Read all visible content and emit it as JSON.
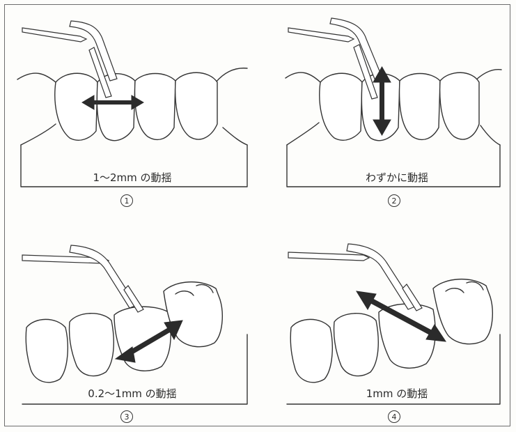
{
  "figure": {
    "panels": [
      {
        "caption": "1〜2mm の動揺",
        "number": "1"
      },
      {
        "caption": "わずかに動揺",
        "number": "2"
      },
      {
        "caption": "0.2〜1mm の動揺",
        "number": "3"
      },
      {
        "caption": "1mm の動揺",
        "number": "4"
      }
    ]
  }
}
